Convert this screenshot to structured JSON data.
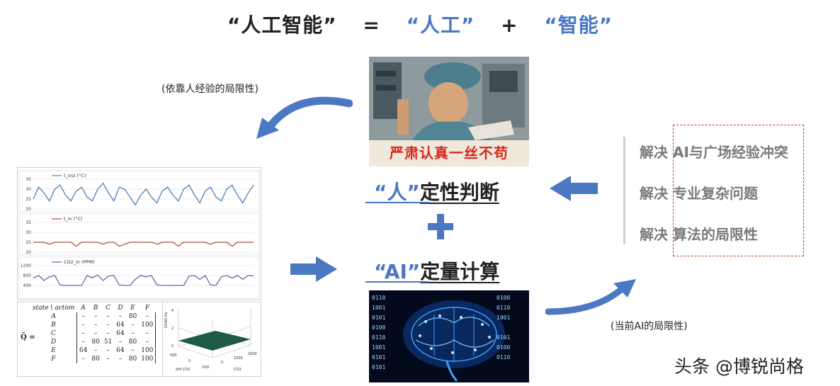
{
  "title": {
    "left": "“人工智能”",
    "eq": "=",
    "mid": "“人工”",
    "plus": "+",
    "right": "“智能”"
  },
  "captions": {
    "human_limit": "(依靠人经验的局限性)",
    "ai_limit": "(当前AI的局限性)"
  },
  "poster_slogan": "严肃认真一丝不苟",
  "human_heading": {
    "quote": "“人”",
    "text": "定性判断"
  },
  "ai_heading": {
    "quote": "“AI”",
    "text": "定量计算"
  },
  "solutions": [
    {
      "verb": "解决",
      "text": "AI与广场经验冲突"
    },
    {
      "verb": "解决",
      "text": "专业复杂问题"
    },
    {
      "verb": "解决",
      "text": "算法的局限性"
    }
  ],
  "brain_digits": [
    "0110",
    "1001",
    "0101",
    "0100",
    "0110",
    "1001",
    "0101",
    "0101",
    "0100",
    "0110",
    "1001",
    "0101",
    "0100",
    "0110"
  ],
  "chart_data": [
    {
      "type": "line",
      "series": [
        {
          "name": "t_out (°C)",
          "values": [
            25,
            31,
            28,
            24,
            30,
            32,
            27,
            24,
            29,
            31,
            26,
            24,
            30,
            33,
            28,
            24,
            31,
            30,
            26,
            22,
            27,
            30,
            26,
            23,
            29,
            31,
            27,
            24,
            30,
            32,
            27,
            23,
            29,
            31,
            26,
            24,
            30,
            32,
            27,
            23,
            28,
            32
          ]
        }
      ],
      "yticks": [
        20,
        25,
        30,
        35
      ],
      "ylim": [
        20,
        35
      ],
      "color": "#4e7fb3"
    },
    {
      "type": "line",
      "series": [
        {
          "name": "t_in (°C)",
          "values": [
            25,
            25,
            25,
            24,
            25,
            25,
            25,
            25,
            23,
            25,
            25,
            25,
            25,
            24,
            25,
            25,
            23,
            24,
            25,
            25,
            25,
            25,
            25,
            24,
            25,
            25,
            25,
            23,
            25,
            25,
            25,
            25,
            25,
            24,
            25,
            25,
            25,
            23,
            25,
            25,
            25,
            25
          ]
        }
      ],
      "yticks": [
        20,
        25,
        30,
        35
      ],
      "ylim": [
        20,
        35
      ],
      "color": "#b04a44"
    },
    {
      "type": "line",
      "series": [
        {
          "name": "CO2_in (PPM)",
          "values": [
            700,
            800,
            600,
            750,
            800,
            420,
            400,
            400,
            400,
            400,
            800,
            700,
            820,
            600,
            780,
            800,
            420,
            400,
            400,
            650,
            800,
            750,
            800,
            420,
            400,
            400,
            400,
            400,
            400,
            780,
            800,
            650,
            800,
            420,
            400,
            750,
            800,
            700,
            800,
            650,
            800,
            780
          ]
        }
      ],
      "yticks": [
        400,
        800,
        1200
      ],
      "ylim": [
        0,
        1200
      ],
      "color": "#7b5aa6"
    },
    {
      "type": "table",
      "corner": "state \\ action",
      "label": "Q̄ =",
      "columns": [
        "A",
        "B",
        "C",
        "D",
        "E",
        "F"
      ],
      "rows": [
        {
          "state": "A",
          "cells": [
            "–",
            "–",
            "–",
            "–",
            "80",
            "–"
          ]
        },
        {
          "state": "B",
          "cells": [
            "–",
            "–",
            "–",
            "64",
            "–",
            "100"
          ]
        },
        {
          "state": "C",
          "cells": [
            "–",
            "–",
            "–",
            "64",
            "–",
            "–"
          ]
        },
        {
          "state": "D",
          "cells": [
            "–",
            "80",
            "51",
            "–",
            "80",
            "–"
          ]
        },
        {
          "state": "E",
          "cells": [
            "64",
            "–",
            "–",
            "64",
            "–",
            "100"
          ]
        },
        {
          "state": "F",
          "cells": [
            "–",
            "80",
            "–",
            "–",
            "80",
            "100"
          ]
        }
      ]
    }
  ],
  "surface_plot": {
    "xlabel": "CO2",
    "ylabel": "diff CO2",
    "zlabel": "DOAS fre",
    "xticks": [
      "0",
      "1000",
      "2000"
    ],
    "yticks": [
      "-500",
      "0",
      "500"
    ],
    "zticks": [
      "0",
      "2",
      "4"
    ],
    "surface_color": "#1f5a49"
  },
  "watermark": "头条 @博锐尚格",
  "colors": {
    "accent": "#4a78c2",
    "solution_text": "#7a7a7a",
    "dash": "#c0392b"
  }
}
